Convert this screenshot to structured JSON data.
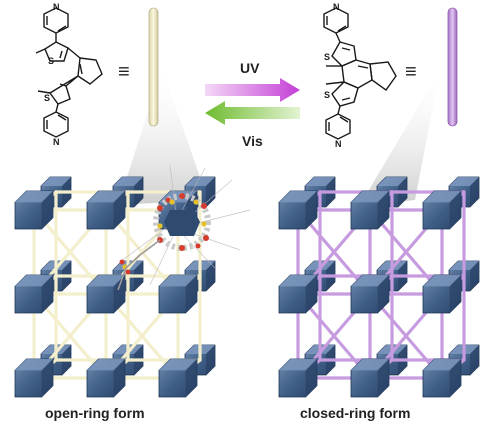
{
  "arrows": {
    "uv_label": "UV",
    "vis_label": "Vis"
  },
  "equivalence_symbol": "≡",
  "captions": {
    "open_ring": "open-ring form",
    "closed_ring": "closed-ring form"
  },
  "colors": {
    "open_ring_linker": "#f3efcc",
    "closed_ring_linker": "#c79be0",
    "uv_arrow": "#c43fd6",
    "vis_arrow": "#7cc23a",
    "cluster": "#3f5f86",
    "sulfur": "#c9b13a"
  },
  "molecule_atoms": {
    "pyridine_n": "N",
    "thiophene_s": "S"
  }
}
